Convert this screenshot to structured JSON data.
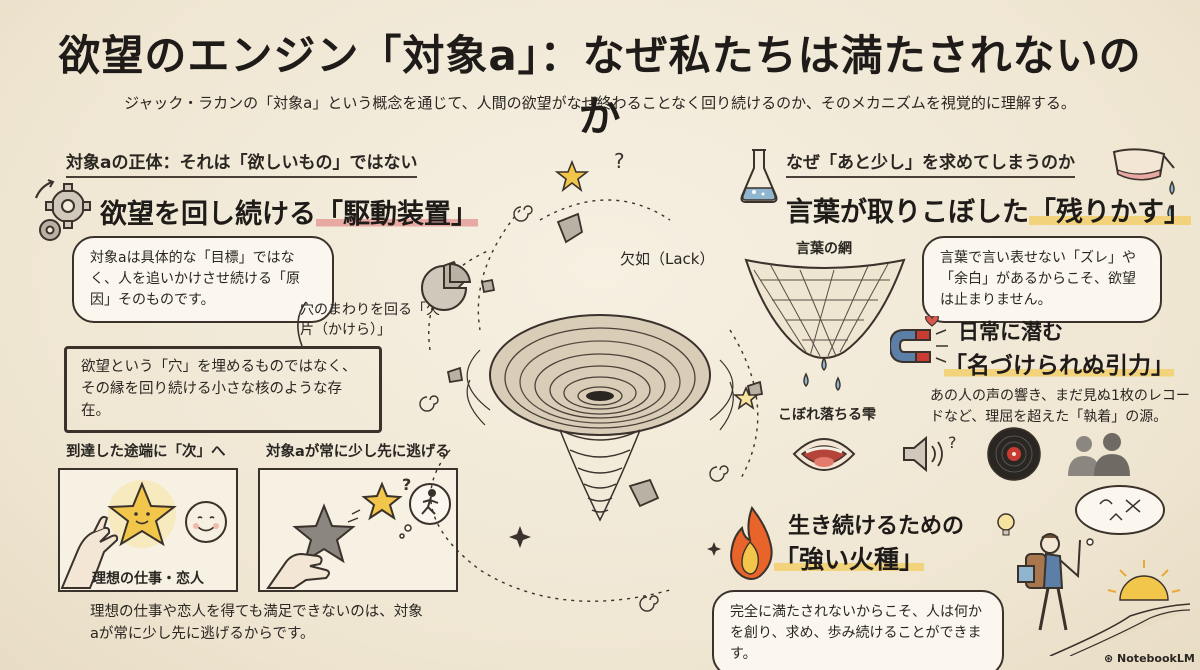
{
  "title": "欲望のエンジン「対象a」：なぜ私たちは満たされないのか",
  "subtitle": "ジャック・ラカンの「対象a」という概念を通じて、人間の欲望がなぜ終わることなく回り続けるのか、そのメカニズムを視覚的に理解する。",
  "left": {
    "section_head": "対象aの正体：それは「欲しいもの」ではない",
    "big_head_prefix": "欲望を回し続ける",
    "big_head_highlight": "「駆動装置」",
    "bubble": "対象aは具体的な「目標」ではなく、人を追いかけさせ続ける「原因」そのものです。",
    "fragment_label": "穴のまわりを回る「欠片（かけら）」",
    "bracket_text": "欲望という「穴」を埋めるものではなく、その縁を回り続ける小さな核のような存在。",
    "panel1_head": "到達した途端に「次」へ",
    "panel1_caption": "理想の仕事・恋人",
    "panel2_head": "対象aが常に少し先に逃げる",
    "bottom_text": "理想の仕事や恋人を得ても満足できないのは、対象aが常に少し先に逃げるからです。"
  },
  "center": {
    "lack_label": "欠如（Lack）"
  },
  "right": {
    "section_head": "なぜ「あと少し」を求めてしまうのか",
    "big_head_prefix": "言葉が取りこぼした",
    "big_head_highlight": "「残りかす」",
    "net_label": "言葉の網",
    "bubble": "言葉で言い表せない「ズレ」や「余白」があるからこそ、欲望は止まりません。",
    "drop_label": "こぼれ落ちる雫",
    "pull_head1": "日常に潜む",
    "pull_head2": "「名づけられぬ引力」",
    "pull_text": "あの人の声の響き、まだ見ぬ1枚のレコードなど、理屈を超えた「執着」の源。",
    "fire_head1": "生き続けるための",
    "fire_head2": "「強い火種」",
    "fire_bubble": "完全に満たされないからこそ、人は何かを創り、求め、歩み続けることができます。"
  },
  "footer": {
    "brand": "NotebookLM"
  },
  "colors": {
    "paper": "#f3ecdc",
    "ink": "#2a2622",
    "highlight_red": "#e8a9a3",
    "highlight_yellow": "#f2d27a",
    "star": "#f2c64a",
    "flame": "#e8642a"
  },
  "icons": [
    "gear-icon",
    "flask-icon",
    "magnet-icon",
    "heart-icon",
    "speaker-icon",
    "vinyl-record-icon",
    "people-icon",
    "fire-icon",
    "hiker-icon",
    "sun-icon",
    "star-icon",
    "question-mark-icon",
    "mouth-icon",
    "net-icon",
    "tornado-icon"
  ]
}
